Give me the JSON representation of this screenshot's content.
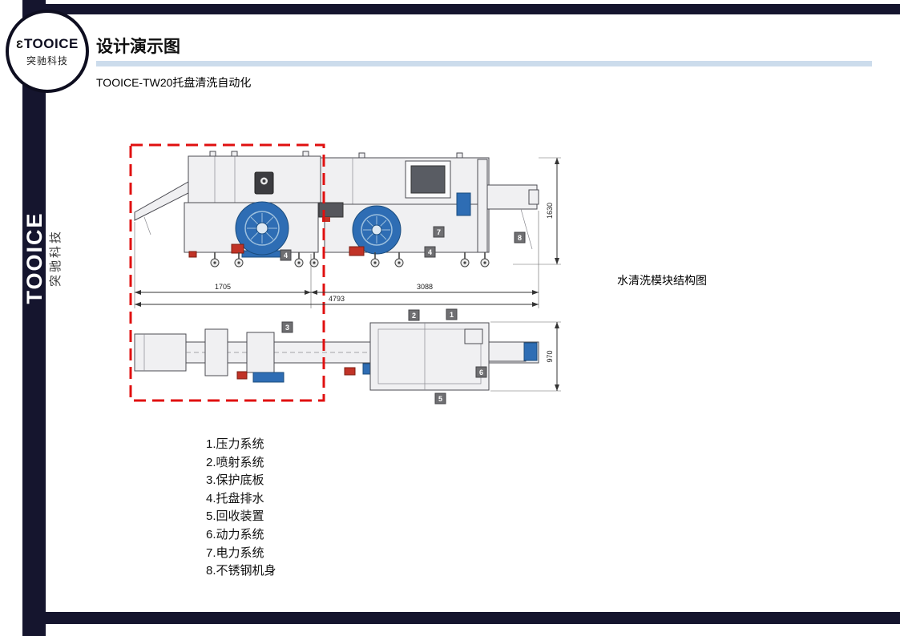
{
  "header": {
    "title": "设计演示图",
    "subtitle": "TOOICE-TW20托盘清洗自动化"
  },
  "logo": {
    "mark": "Ɛ",
    "brand": "TOOICE",
    "sub": "突驰科技"
  },
  "sidebar": {
    "brand": "TOOICE",
    "brand_cn": "突驰科技"
  },
  "diagram": {
    "caption": "水清洗模块结构图",
    "dims": {
      "left_width": "1705",
      "right_width": "3088",
      "total_width": "4793",
      "side_height": "1630",
      "plan_height": "970"
    },
    "marker_labels": [
      "1",
      "2",
      "3",
      "4",
      "5",
      "6",
      "7",
      "8"
    ]
  },
  "legend": {
    "items": [
      "1.压力系统",
      "2.喷射系统",
      "3.保护底板",
      "4.托盘排水",
      "5.回收装置",
      "6.动力系统",
      "7.电力系统",
      "8.不锈钢机身"
    ]
  },
  "colors": {
    "navy": "#15152e",
    "machine_blue": "#2e6db4",
    "title_underline": "#ccdcec",
    "highlight_red": "#e01010"
  }
}
